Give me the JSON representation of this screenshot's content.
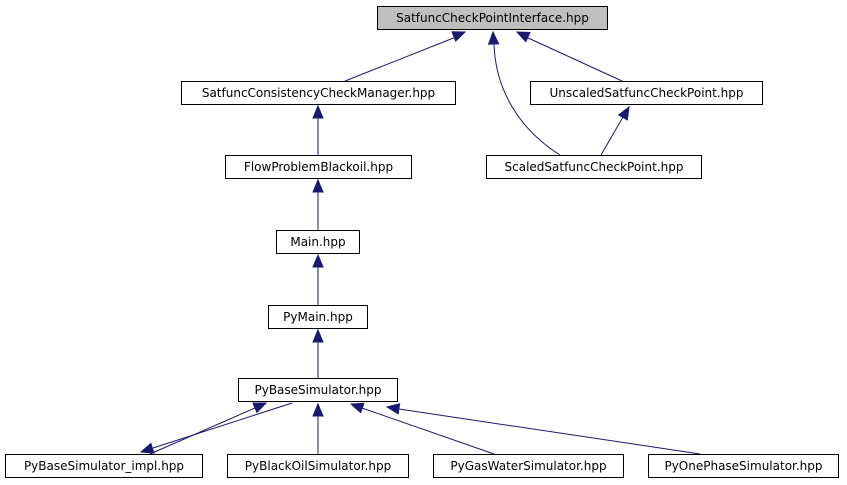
{
  "graph": {
    "nodes": [
      {
        "id": "n0",
        "label": "SatfuncCheckPointInterface.hpp",
        "root": true
      },
      {
        "id": "n1",
        "label": "SatfuncConsistencyCheckManager.hpp"
      },
      {
        "id": "n2",
        "label": "UnscaledSatfuncCheckPoint.hpp"
      },
      {
        "id": "n3",
        "label": "FlowProblemBlackoil.hpp"
      },
      {
        "id": "n4",
        "label": "ScaledSatfuncCheckPoint.hpp"
      },
      {
        "id": "n5",
        "label": "Main.hpp"
      },
      {
        "id": "n6",
        "label": "PyMain.hpp"
      },
      {
        "id": "n7",
        "label": "PyBaseSimulator.hpp"
      },
      {
        "id": "n8",
        "label": "PyBaseSimulator_impl.hpp"
      },
      {
        "id": "n9",
        "label": "PyBlackOilSimulator.hpp"
      },
      {
        "id": "n10",
        "label": "PyGasWaterSimulator.hpp"
      },
      {
        "id": "n11",
        "label": "PyOnePhaseSimulator.hpp"
      }
    ],
    "edges": [
      {
        "from": "n1",
        "to": "n0"
      },
      {
        "from": "n2",
        "to": "n0"
      },
      {
        "from": "n4",
        "to": "n0"
      },
      {
        "from": "n3",
        "to": "n1"
      },
      {
        "from": "n4",
        "to": "n2"
      },
      {
        "from": "n5",
        "to": "n3"
      },
      {
        "from": "n6",
        "to": "n5"
      },
      {
        "from": "n7",
        "to": "n6"
      },
      {
        "from": "n8",
        "to": "n7"
      },
      {
        "from": "n7",
        "to": "n8"
      },
      {
        "from": "n9",
        "to": "n7"
      },
      {
        "from": "n10",
        "to": "n7"
      },
      {
        "from": "n11",
        "to": "n7"
      }
    ]
  },
  "colors": {
    "edge": "#191970",
    "node_border": "#000000",
    "root_fill": "#bfbfbf",
    "node_fill": "#ffffff"
  }
}
